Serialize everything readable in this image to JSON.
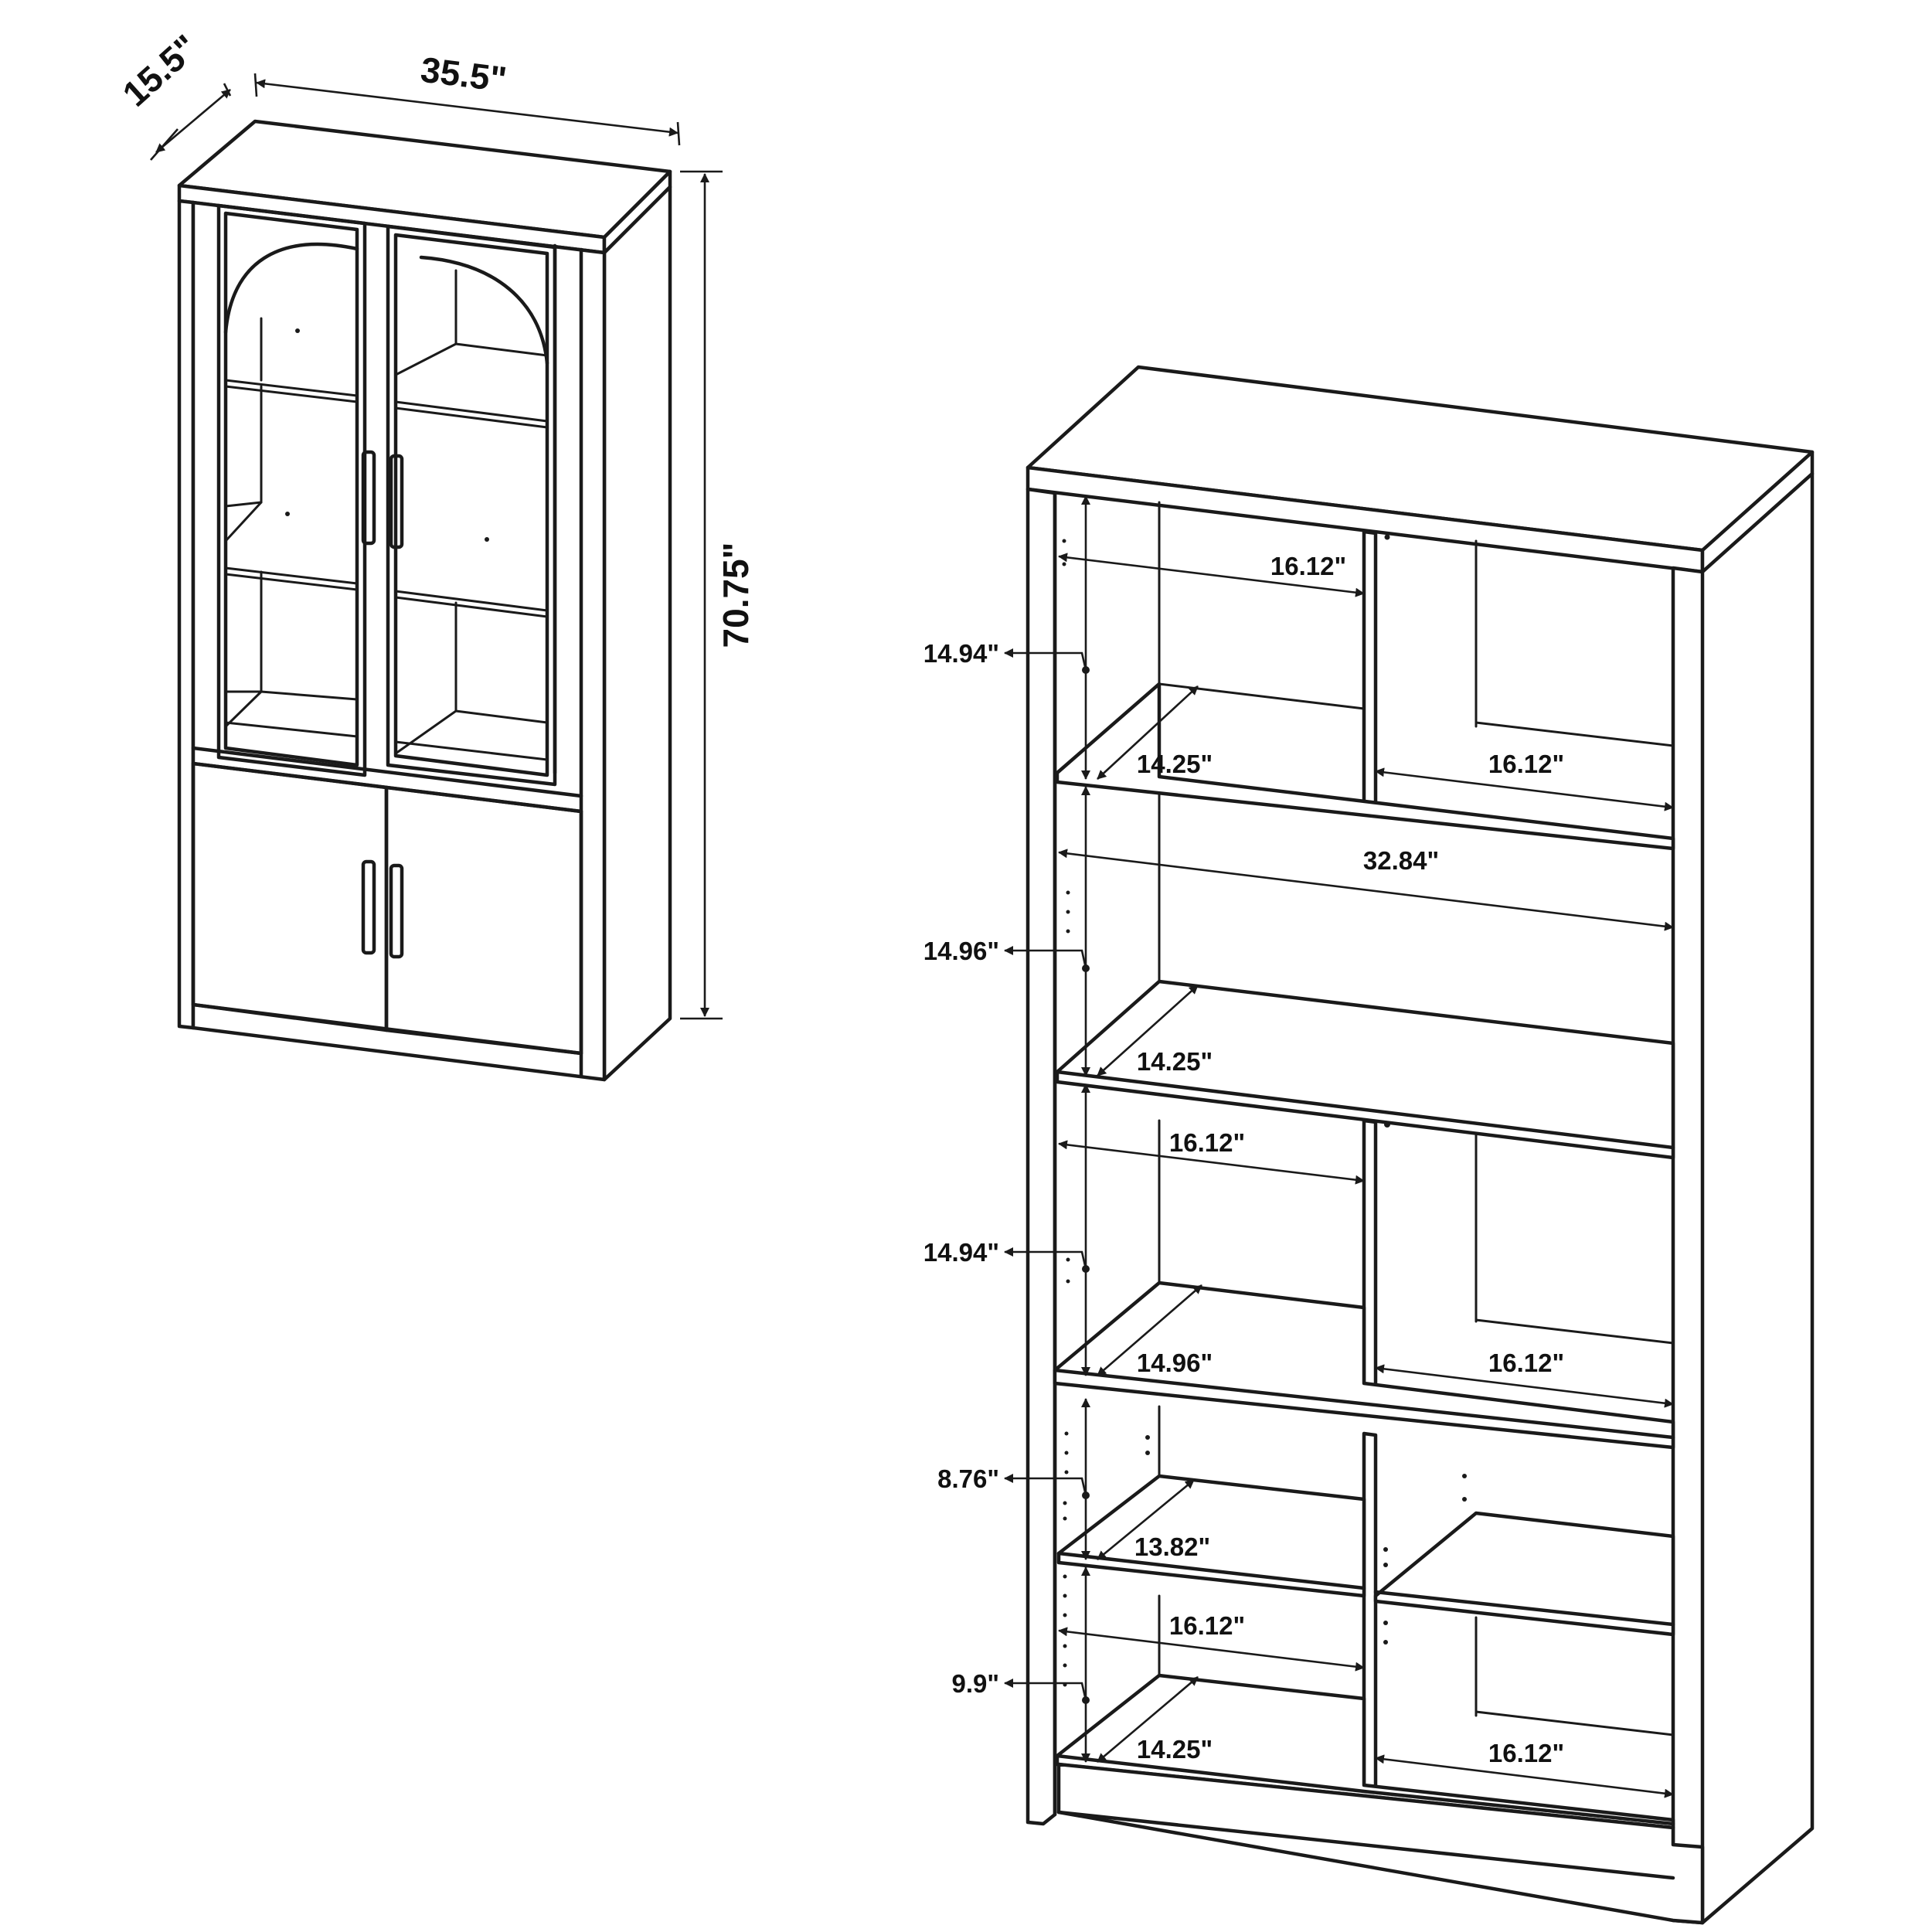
{
  "cabinet_overall": {
    "depth": "15.5\"",
    "width": "35.5\"",
    "height": "70.75\""
  },
  "interior": {
    "widths": {
      "top_left": "16.12\"",
      "top_right": "16.12\"",
      "full_span": "32.84\"",
      "mid_left": "16.12\"",
      "mid_right": "16.12\"",
      "lower_left": "16.12\"",
      "bottom_right": "16.12\""
    },
    "depths": {
      "shelf_1": "14.25\"",
      "shelf_2": "14.25\"",
      "shelf_3": "14.96\"",
      "shelf_4": "13.82\"",
      "shelf_5": "14.25\""
    },
    "heights": {
      "row_1": "14.94\"",
      "row_2": "14.96\"",
      "row_3": "14.94\"",
      "row_4": "8.76\"",
      "row_5": "9.9\""
    }
  }
}
